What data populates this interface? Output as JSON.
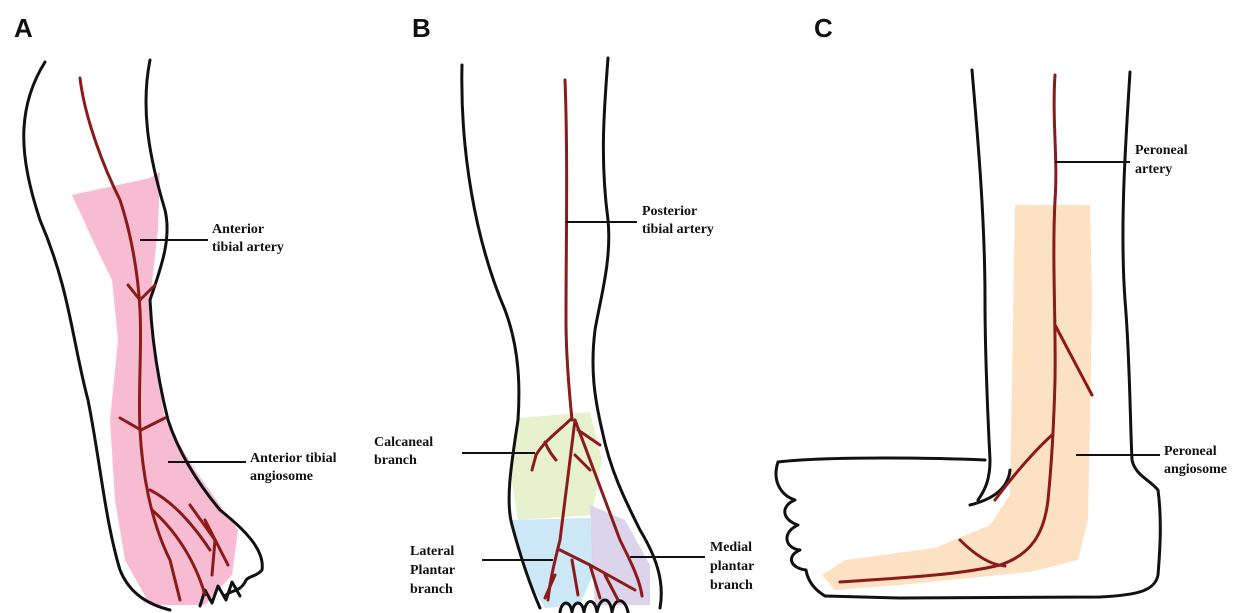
{
  "panels": [
    {
      "letter": "A",
      "labels": [
        {
          "line1": "Anterior",
          "line2": "tibial artery"
        },
        {
          "line1": "Anterior tibial",
          "line2": "angiosome"
        }
      ]
    },
    {
      "letter": "B",
      "labels": [
        {
          "line1": "Posterior",
          "line2": "tibial artery"
        },
        {
          "line1": "Calcaneal",
          "line2": "branch"
        },
        {
          "line1": "Lateral",
          "line2": "Plantar",
          "line3": "branch"
        },
        {
          "line1": "Medial",
          "line2": "plantar",
          "line3": "branch"
        }
      ]
    },
    {
      "letter": "C",
      "labels": [
        {
          "line1": "Peroneal",
          "line2": "artery"
        },
        {
          "line1": "Peroneal",
          "line2": "angiosome"
        }
      ]
    }
  ],
  "colors": {
    "artery": "#8b1a1a",
    "anterior_angiosome": "#f4a6c1",
    "calcaneal_region": "#e4f0c8",
    "lateral_plantar_region": "#c6e4f4",
    "medial_plantar_region": "#d8cfe8",
    "peroneal_angiosome": "#fbdcb8"
  }
}
